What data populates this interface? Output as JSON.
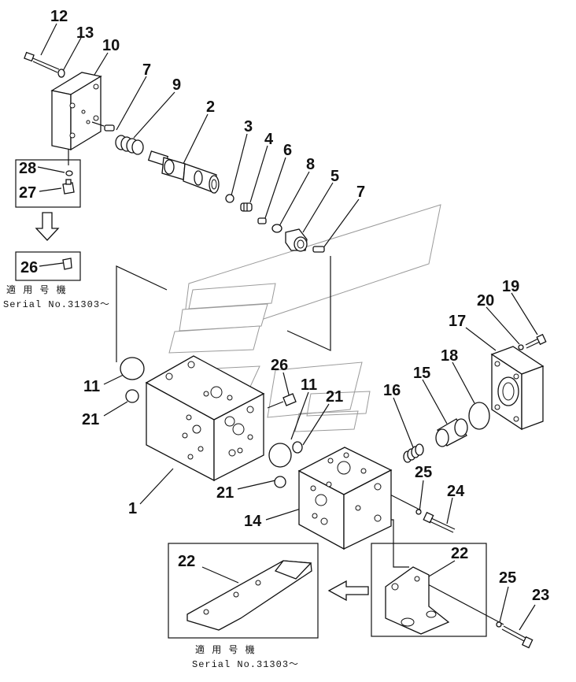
{
  "callouts": [
    {
      "label": "12"
    },
    {
      "label": "13"
    },
    {
      "label": "10"
    },
    {
      "label": "7"
    },
    {
      "label": "9"
    },
    {
      "label": "2"
    },
    {
      "label": "3"
    },
    {
      "label": "4"
    },
    {
      "label": "6"
    },
    {
      "label": "8"
    },
    {
      "label": "5"
    },
    {
      "label": "7"
    },
    {
      "label": "28"
    },
    {
      "label": "27"
    },
    {
      "label": "26"
    },
    {
      "label": "19"
    },
    {
      "label": "20"
    },
    {
      "label": "17"
    },
    {
      "label": "18"
    },
    {
      "label": "15"
    },
    {
      "label": "16"
    },
    {
      "label": "26"
    },
    {
      "label": "11"
    },
    {
      "label": "21"
    },
    {
      "label": "11"
    },
    {
      "label": "21"
    },
    {
      "label": "1"
    },
    {
      "label": "21"
    },
    {
      "label": "25"
    },
    {
      "label": "24"
    },
    {
      "label": "14"
    },
    {
      "label": "22"
    },
    {
      "label": "22"
    },
    {
      "label": "25"
    },
    {
      "label": "23"
    }
  ],
  "notes": {
    "upper_line1": "適 用 号 機",
    "upper_line2": "Serial No.31303～",
    "lower_line1": "適 用 号 機",
    "lower_line2": "Serial No.31303～"
  }
}
